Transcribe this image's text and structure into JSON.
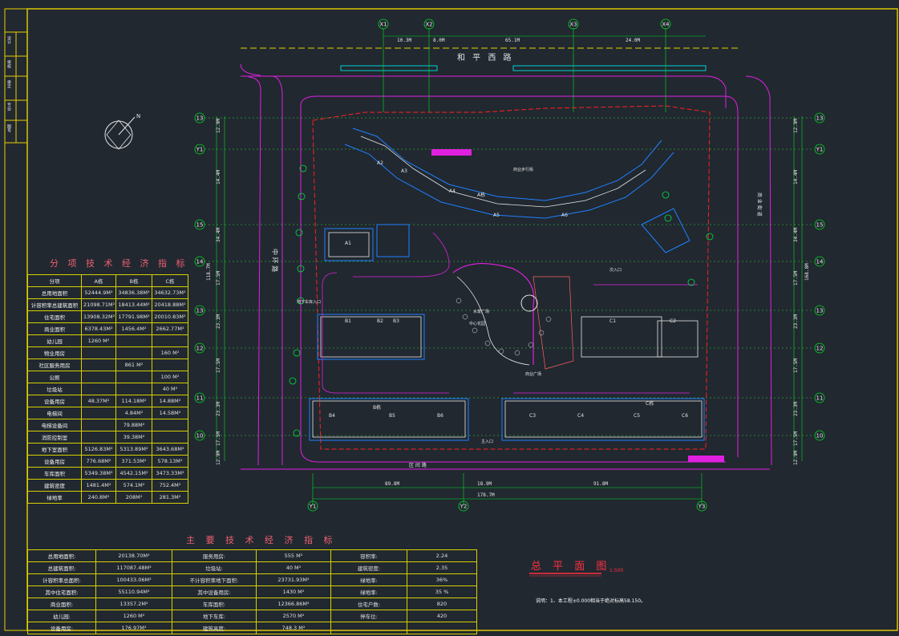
{
  "drawing": {
    "road_top": "和 平 西 路",
    "road_left": "中 环 路",
    "road_right": "商 业 街 道",
    "road_bottom": "区 间 路",
    "title": "总 平 面 图",
    "scale": "1:500",
    "note": "说明：1、本工程±0.000相当于绝对标高58.150。",
    "compass": "N"
  },
  "grid_axes_left": [
    "13",
    "Y1",
    "15",
    "14",
    "13",
    "12",
    "11",
    "10"
  ],
  "grid_axes_right": [
    "13",
    "Y1",
    "15",
    "14",
    "13",
    "12",
    "11",
    "10"
  ],
  "grid_axes_top": [
    "X1",
    "X2",
    "X3",
    "X4"
  ],
  "grid_axes_bottom": [
    "Y1",
    "Y2",
    "Y3"
  ],
  "dims_top": [
    "10.3M",
    "8.0M",
    "65.1M",
    "24.0M"
  ],
  "dims_bottom": [
    "89.8M",
    "18.9M",
    "91.8M",
    "178.7M"
  ],
  "dims_left": [
    "12.9M",
    "14.4M",
    "34.4M",
    "17.5M",
    "23.3M",
    "17.5M",
    "23.3M",
    "17.5M",
    "12.9M",
    "118.7M"
  ],
  "dims_right": [
    "12.9M",
    "14.4M",
    "34.4M",
    "17.5M",
    "23.3M",
    "17.5M",
    "23.3M",
    "17.5M",
    "12.9M",
    "168.8M"
  ],
  "building_labels": [
    "A1",
    "A2",
    "A3",
    "A4",
    "A5",
    "A6",
    "B1",
    "B2",
    "B3",
    "B4",
    "B5",
    "B6",
    "C1",
    "C2",
    "C3",
    "C4",
    "C5",
    "C6",
    "A栋",
    "B栋",
    "C栋"
  ],
  "plaza_labels": [
    "商业步行街",
    "水景广场",
    "中心花园",
    "商业广场",
    "次入口",
    "主入口",
    "地下车库入口"
  ],
  "table1": {
    "title": "分 项 技 术 经 济 指 标",
    "head": [
      "分项",
      "A栋",
      "B栋",
      "C栋"
    ],
    "rows": [
      [
        "总用地面积",
        "52444.9M²",
        "34836.38M²",
        "34632.73M²"
      ],
      [
        "计容积率总建筑面积",
        "21098.71M²",
        "18413.44M²",
        "20418.88M²"
      ],
      [
        "住宅面积",
        "13908.32M²",
        "17791.98M²",
        "20010.83M²"
      ],
      [
        "商业面积",
        "6378.43M²",
        "1456.4M²",
        "2662.77M²"
      ],
      [
        "幼儿园",
        "1260 M²",
        "",
        ""
      ],
      [
        "物业用房",
        "",
        "",
        "160 M²"
      ],
      [
        "社区服务用房",
        "",
        "861 M²",
        ""
      ],
      [
        "公厕",
        "",
        "",
        "100 M²"
      ],
      [
        "垃圾站",
        "",
        "",
        "40 M²"
      ],
      [
        "设备用房",
        "48.37M²",
        "114.18M²",
        "14.88M²"
      ],
      [
        "电梯间",
        "",
        "4.84M²",
        "14.58M²"
      ],
      [
        "电梯设备间",
        "",
        "79.88M²",
        ""
      ],
      [
        "消防控制室",
        "",
        "39.38M²",
        ""
      ],
      [
        "地下室面积",
        "5126.83M²",
        "5313.89M²",
        "3643.68M²"
      ],
      [
        "设备用房",
        "776.68M²",
        "371.53M²",
        "578.13M²"
      ],
      [
        "车库面积",
        "5349.38M²",
        "4542.15M²",
        "3473.33M²"
      ],
      [
        "建筑密度",
        "1481.4M²",
        "574.1M²",
        "752.4M²"
      ],
      [
        "绿地率",
        "240.8M²",
        "208M²",
        "281.3M²"
      ]
    ]
  },
  "table2": {
    "title": "主 要 技 术 经 济 指 标",
    "rows": [
      [
        "总用地面积:",
        "20138.70M²",
        "服务用房:",
        "555 M²",
        "容积率:",
        "2.24"
      ],
      [
        "总建筑面积:",
        "117087.48M²",
        "垃圾站:",
        "40 M²",
        "建筑密度:",
        "2.35"
      ],
      [
        "计容积率总面积:",
        "100433.06M²",
        "不计容积率地下面积:",
        "23731.93M²",
        "绿地率:",
        "36%"
      ],
      [
        "其中住宅面积:",
        "55110.94M²",
        "其中设备用房:",
        "1430 M²",
        "绿地率:",
        "35 %"
      ],
      [
        "商业面积:",
        "13357.2M²",
        "车库面积:",
        "12366.86M²",
        "住宅户数:",
        "820"
      ],
      [
        "幼儿园:",
        "1260 M²",
        "地下车库:",
        "2570 M²",
        "停车位:",
        "420"
      ],
      [
        "设备用房:",
        "176.97M²",
        "建筑高度:",
        "748.3 M²",
        "",
        ""
      ]
    ]
  },
  "titleblock": [
    "设计",
    "审核",
    "审定",
    "专业",
    "图号"
  ]
}
